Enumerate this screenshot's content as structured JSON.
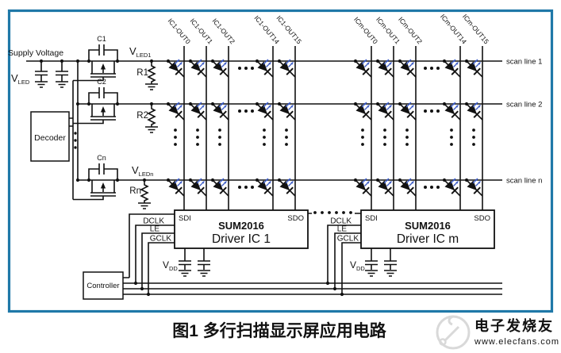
{
  "d": {
    "supply": "Supply Voltage",
    "v": "V",
    "vled_sub": "LED",
    "vled1_sub": "LED1",
    "vledn_sub": "LEDn",
    "vdd_sub": "DD",
    "decoder": "Decoder",
    "controller": "Controller",
    "c": [
      "C1",
      "C2",
      "Cn"
    ],
    "r": [
      "R1",
      "R2",
      "Rn"
    ],
    "scan": [
      "scan line 1",
      "scan line 2",
      "scan line n"
    ],
    "col1": [
      "IC1-OUT0",
      "IC1-OUT1",
      "IC1-OUT2",
      "IC1-OUT14",
      "IC1-OUT15"
    ],
    "col2": [
      "ICm-OUT0",
      "ICm-OUT1",
      "ICm-OUT2",
      "ICm-OUT14",
      "ICm-OUT15"
    ],
    "drv1": {
      "sdi": "SDI",
      "sdo": "SDO",
      "chip": "SUM2016",
      "name": "Driver IC 1"
    },
    "drv2": {
      "sdi": "SDI",
      "sdo": "SDO",
      "chip": "SUM2016",
      "name": "Driver IC m"
    },
    "sig": [
      "DCLK",
      "LE",
      "GCLK"
    ]
  },
  "caption": "图1 多行扫描显示屏应用电路",
  "watermark": {
    "brand": "电子发烧友",
    "site": "www.elecfans.com"
  },
  "colors": {
    "frame": "#1f78a8",
    "wire": "#111111",
    "driver_name": "#35429b",
    "led_arrow": "#3a5bc7",
    "caption": "#333333",
    "watermark": "#d4d4d4"
  }
}
